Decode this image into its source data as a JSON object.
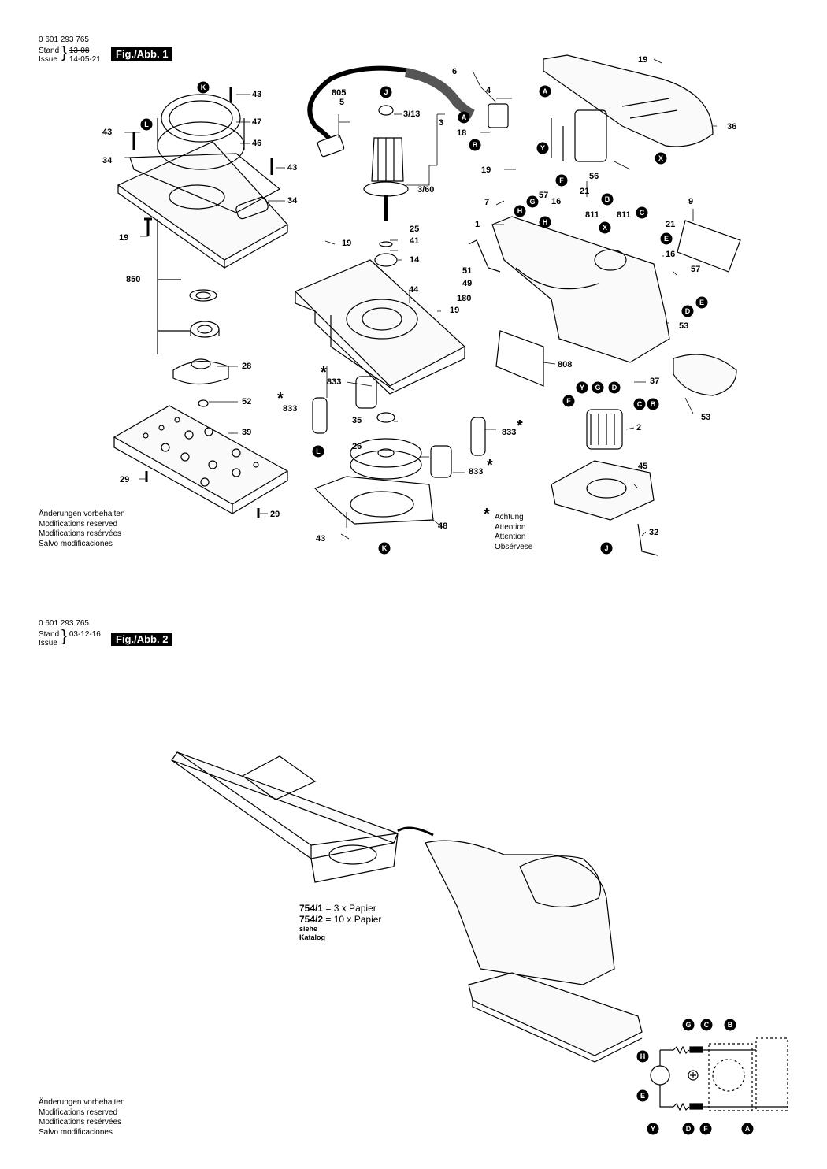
{
  "sheet1": {
    "part_number": "0 601 293 765",
    "stand_label": "Stand",
    "issue_label": "Issue",
    "stand_date": "13-08",
    "issue_date": "14-05-21",
    "figure": "Fig./Abb. 1"
  },
  "sheet2": {
    "part_number": "0 601 293 765",
    "stand_label": "Stand",
    "issue_label": "Issue",
    "date": "03-12-16",
    "figure": "Fig./Abb. 2"
  },
  "notes": [
    "Änderungen vorbehalten",
    "Modifications reserved",
    "Modifications resérvées",
    "Salvo modificaciones"
  ],
  "attention": {
    "star": "*",
    "lines": [
      "Achtung",
      "Attention",
      "Attention",
      "Obsérvese"
    ]
  },
  "bag": {
    "row1_num": "754/1",
    "row1_text": "=   3 x Papier",
    "row2_num": "754/2",
    "row2_text": "= 10 x Papier",
    "note1": "siehe",
    "note2": "Katalog"
  },
  "callouts": [
    {
      "id": "c1",
      "label": "K"
    },
    {
      "id": "c2",
      "label": "L"
    },
    {
      "id": "c3",
      "label": "J"
    },
    {
      "id": "c4",
      "label": "A"
    },
    {
      "id": "c5",
      "label": "A"
    },
    {
      "id": "c6",
      "label": "B"
    },
    {
      "id": "c7",
      "label": "Y"
    },
    {
      "id": "c8",
      "label": "F"
    },
    {
      "id": "c9",
      "label": "H"
    },
    {
      "id": "c10",
      "label": "G"
    },
    {
      "id": "c11",
      "label": "B"
    },
    {
      "id": "c12",
      "label": "C"
    },
    {
      "id": "c13",
      "label": "H"
    },
    {
      "id": "c14",
      "label": "X"
    },
    {
      "id": "c15",
      "label": "E"
    },
    {
      "id": "c16",
      "label": "D"
    },
    {
      "id": "c17",
      "label": "E"
    },
    {
      "id": "c18",
      "label": "X"
    },
    {
      "id": "c19",
      "label": "Y"
    },
    {
      "id": "c20",
      "label": "G"
    },
    {
      "id": "c21",
      "label": "D"
    },
    {
      "id": "c22",
      "label": "F"
    },
    {
      "id": "c23",
      "label": "C"
    },
    {
      "id": "c24",
      "label": "B"
    },
    {
      "id": "c25",
      "label": "L"
    },
    {
      "id": "c26",
      "label": "K"
    },
    {
      "id": "c27",
      "label": "J"
    },
    {
      "id": "w1",
      "label": "G"
    },
    {
      "id": "w2",
      "label": "C"
    },
    {
      "id": "w3",
      "label": "B"
    },
    {
      "id": "w4",
      "label": "H"
    },
    {
      "id": "w5",
      "label": "E"
    },
    {
      "id": "w6",
      "label": "Y"
    },
    {
      "id": "w7",
      "label": "D"
    },
    {
      "id": "w8",
      "label": "F"
    },
    {
      "id": "w9",
      "label": "A"
    }
  ],
  "part_labels": [
    {
      "id": "p43a",
      "label": "43"
    },
    {
      "id": "p47",
      "label": "47"
    },
    {
      "id": "p46",
      "label": "46"
    },
    {
      "id": "p43b",
      "label": "43"
    },
    {
      "id": "p34a",
      "label": "34"
    },
    {
      "id": "p43c",
      "label": "43"
    },
    {
      "id": "p34b",
      "label": "34"
    },
    {
      "id": "p19a",
      "label": "19"
    },
    {
      "id": "p850",
      "label": "850"
    },
    {
      "id": "p28",
      "label": "28"
    },
    {
      "id": "p52",
      "label": "52"
    },
    {
      "id": "p39",
      "label": "39"
    },
    {
      "id": "p29a",
      "label": "29"
    },
    {
      "id": "p29b",
      "label": "29"
    },
    {
      "id": "p805",
      "label": "805"
    },
    {
      "id": "p5",
      "label": "5"
    },
    {
      "id": "p6",
      "label": "6"
    },
    {
      "id": "p313",
      "label": "3/13"
    },
    {
      "id": "p3",
      "label": "3"
    },
    {
      "id": "p360",
      "label": "3/60"
    },
    {
      "id": "p25",
      "label": "25"
    },
    {
      "id": "p41",
      "label": "41"
    },
    {
      "id": "p14",
      "label": "14"
    },
    {
      "id": "p19b",
      "label": "19"
    },
    {
      "id": "p44",
      "label": "44"
    },
    {
      "id": "p19c",
      "label": "19"
    },
    {
      "id": "p833a",
      "label": "833"
    },
    {
      "id": "p833b",
      "label": "833"
    },
    {
      "id": "p35",
      "label": "35"
    },
    {
      "id": "p26",
      "label": "26"
    },
    {
      "id": "p833c",
      "label": "833"
    },
    {
      "id": "p833d",
      "label": "833"
    },
    {
      "id": "p43d",
      "label": "43"
    },
    {
      "id": "p48",
      "label": "48"
    },
    {
      "id": "p4",
      "label": "4"
    },
    {
      "id": "p18",
      "label": "18"
    },
    {
      "id": "p19d",
      "label": "19"
    },
    {
      "id": "p36",
      "label": "36"
    },
    {
      "id": "p56",
      "label": "56"
    },
    {
      "id": "p19e",
      "label": "19"
    },
    {
      "id": "p7",
      "label": "7"
    },
    {
      "id": "p57a",
      "label": "57"
    },
    {
      "id": "p21a",
      "label": "21"
    },
    {
      "id": "p16a",
      "label": "16"
    },
    {
      "id": "p811a",
      "label": "811"
    },
    {
      "id": "p811b",
      "label": "811"
    },
    {
      "id": "p9",
      "label": "9"
    },
    {
      "id": "p1",
      "label": "1"
    },
    {
      "id": "p21b",
      "label": "21"
    },
    {
      "id": "p16b",
      "label": "16"
    },
    {
      "id": "p51",
      "label": "51"
    },
    {
      "id": "p49",
      "label": "49"
    },
    {
      "id": "p180",
      "label": "180"
    },
    {
      "id": "p57b",
      "label": "57"
    },
    {
      "id": "p53a",
      "label": "53"
    },
    {
      "id": "p808",
      "label": "808"
    },
    {
      "id": "p37",
      "label": "37"
    },
    {
      "id": "p53b",
      "label": "53"
    },
    {
      "id": "p2",
      "label": "2"
    },
    {
      "id": "p45",
      "label": "45"
    },
    {
      "id": "p32",
      "label": "32"
    }
  ]
}
